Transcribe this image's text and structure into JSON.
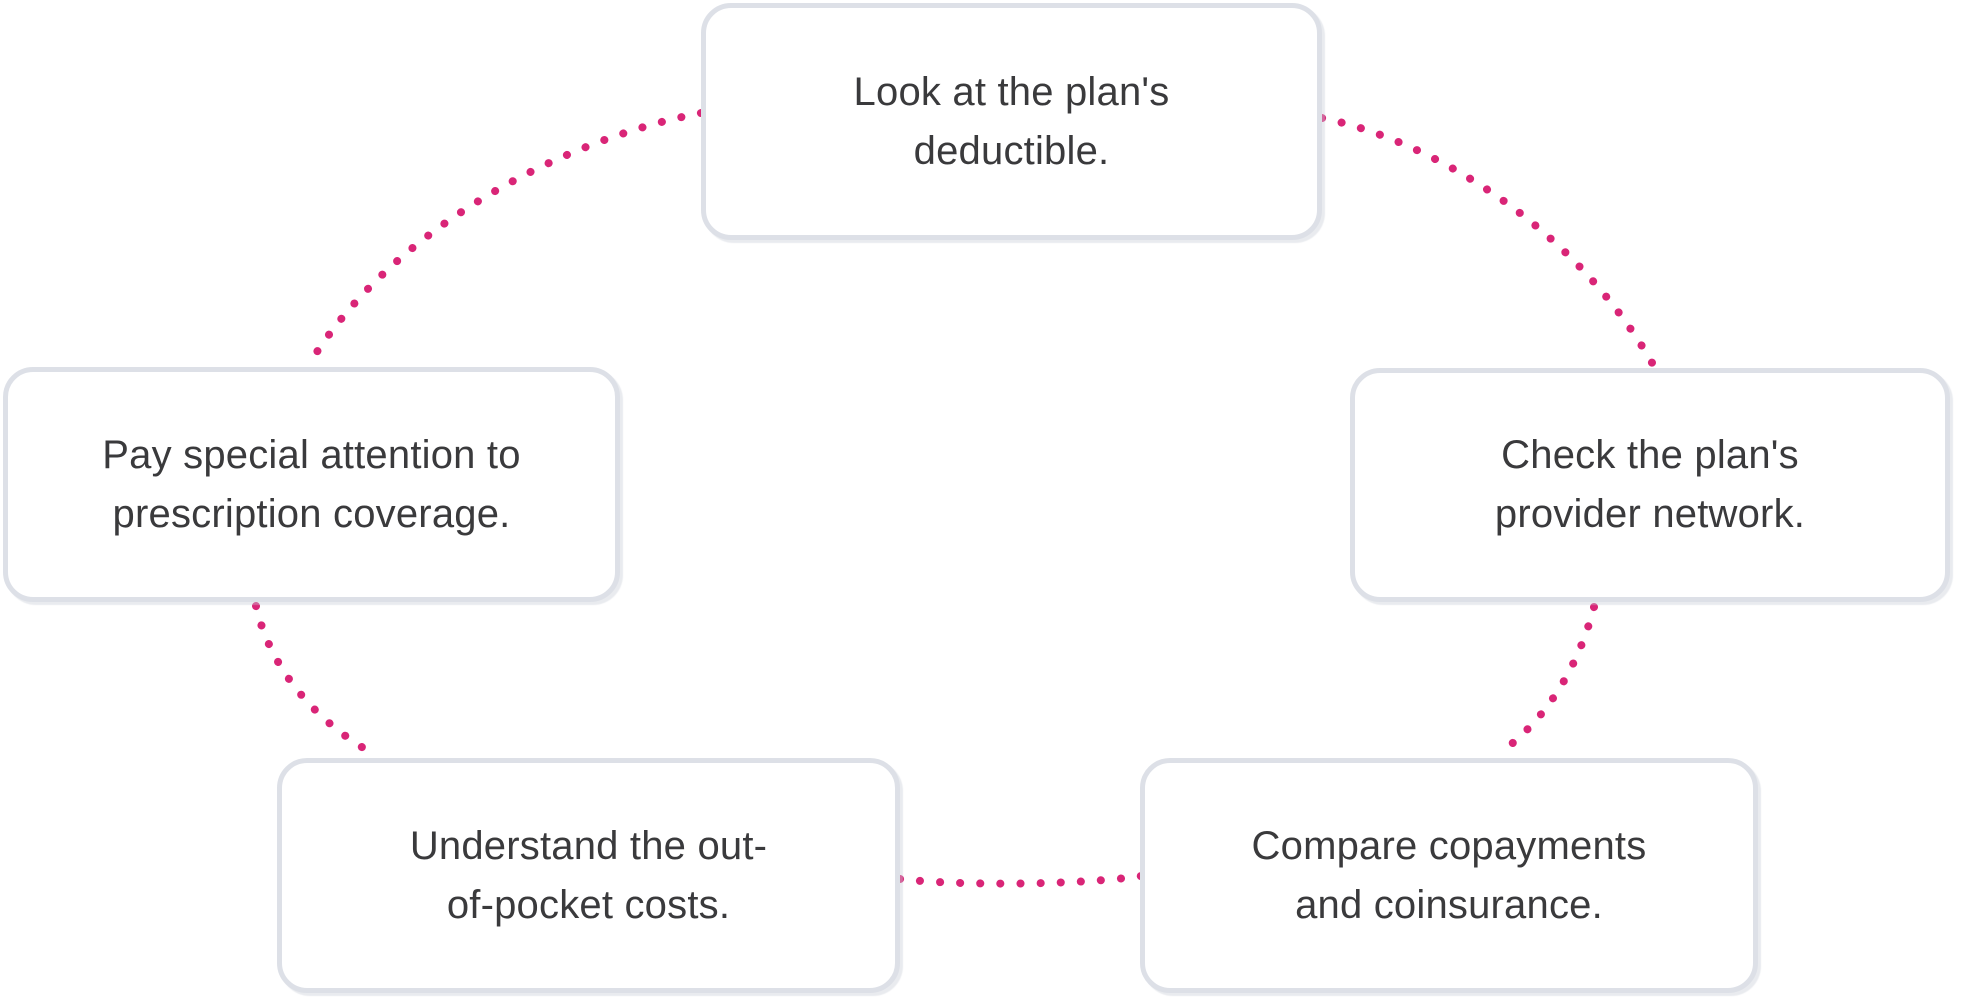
{
  "diagram": {
    "type": "cycle",
    "accent_color": "#d92577",
    "card_border_color": "#dde0e7",
    "card_background_color": "#ffffff",
    "text_color": "#3a3a3c",
    "connector_style": "dotted",
    "nodes": [
      {
        "id": "deductible",
        "lines": [
          "Look at the plan's",
          "deductible."
        ]
      },
      {
        "id": "provider-network",
        "lines": [
          "Check the plan's",
          "provider network."
        ]
      },
      {
        "id": "copayments-coinsurance",
        "lines": [
          "Compare copayments",
          "and coinsurance."
        ]
      },
      {
        "id": "out-of-pocket-costs",
        "lines": [
          "Understand the out-",
          "of-pocket costs."
        ]
      },
      {
        "id": "prescription-coverage",
        "lines": [
          "Pay special attention to",
          "prescription coverage."
        ]
      }
    ]
  }
}
